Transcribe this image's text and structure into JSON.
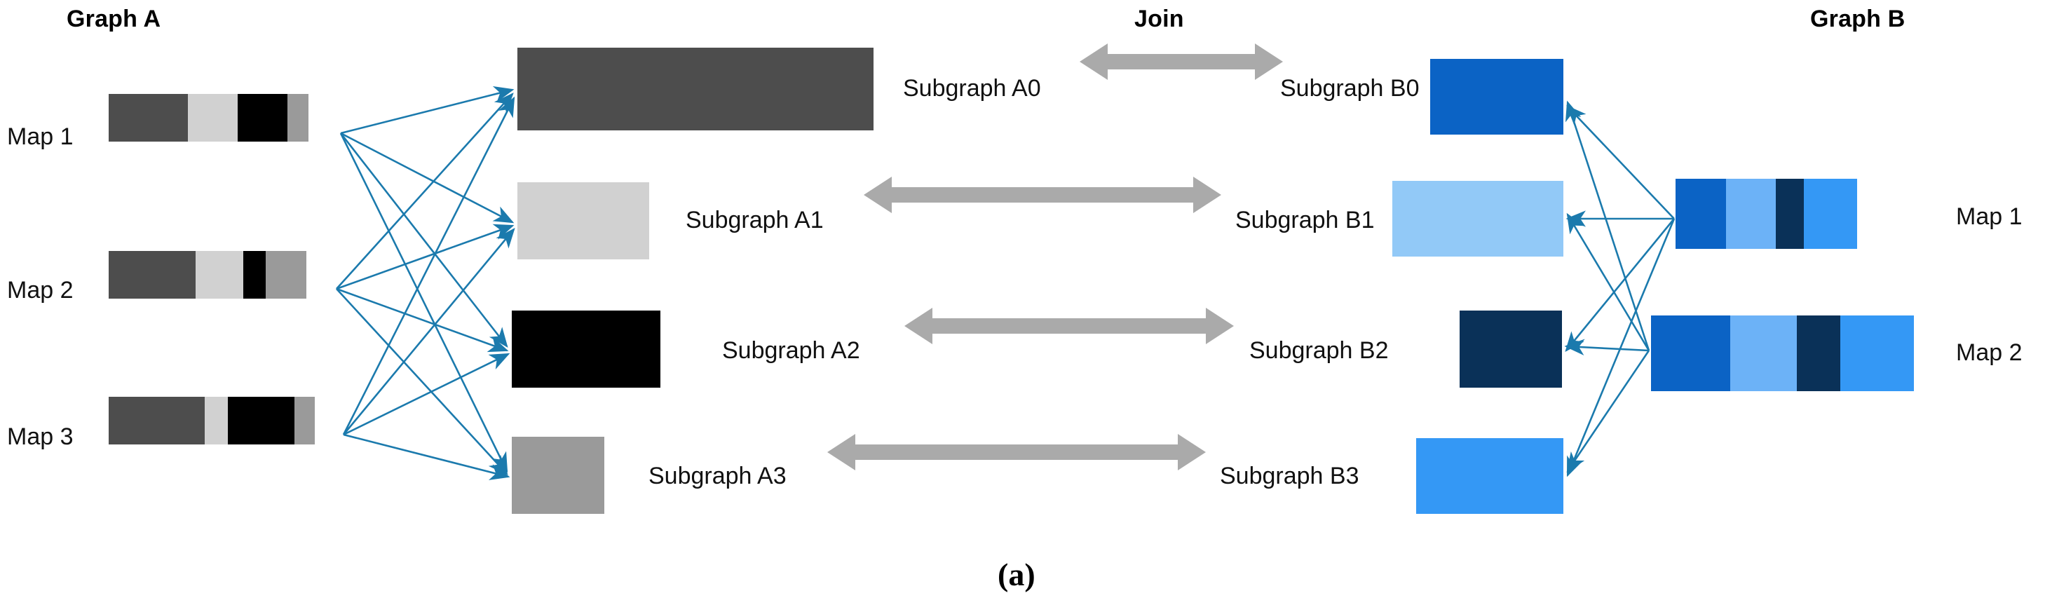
{
  "titles": {
    "graph_a": "Graph A",
    "join": "Join",
    "graph_b": "Graph B"
  },
  "caption": "(a)",
  "colors": {
    "edge": "#1B7AAD",
    "join_arrow": "#AAAAAA",
    "a_dark_gray": "#4D4D4D",
    "a_light_gray": "#D1D1D1",
    "a_black": "#000000",
    "a_mid_gray": "#9A9A9A",
    "b_blue": "#0B63C5",
    "b_light_blue": "#6CB2F7",
    "b_navy": "#0A3158",
    "b_med_blue": "#3498F5",
    "b_pale_blue": "#92C9F7"
  },
  "graph_a": {
    "maps": [
      {
        "label": "Map 1",
        "segments": [
          {
            "name": "subgraph-a0",
            "color": "#4D4D4D",
            "width": 113
          },
          {
            "name": "subgraph-a1",
            "color": "#D1D1D1",
            "width": 71
          },
          {
            "name": "subgraph-a2",
            "color": "#000000",
            "width": 71
          },
          {
            "name": "subgraph-a3",
            "color": "#9A9A9A",
            "width": 30
          }
        ]
      },
      {
        "label": "Map 2",
        "segments": [
          {
            "name": "subgraph-a0",
            "color": "#4D4D4D",
            "width": 124
          },
          {
            "name": "subgraph-a1",
            "color": "#D1D1D1",
            "width": 68
          },
          {
            "name": "subgraph-a2",
            "color": "#000000",
            "width": 32
          },
          {
            "name": "subgraph-a3",
            "color": "#9A9A9A",
            "width": 58
          }
        ]
      },
      {
        "label": "Map 3",
        "segments": [
          {
            "name": "subgraph-a0",
            "color": "#4D4D4D",
            "width": 137
          },
          {
            "name": "subgraph-a1",
            "color": "#D1D1D1",
            "width": 33
          },
          {
            "name": "subgraph-a2",
            "color": "#000000",
            "width": 95
          },
          {
            "name": "subgraph-a3",
            "color": "#9A9A9A",
            "width": 29
          }
        ]
      }
    ],
    "subgraphs": [
      {
        "label": "Subgraph A0",
        "color": "#4D4D4D"
      },
      {
        "label": "Subgraph A1",
        "color": "#D1D1D1"
      },
      {
        "label": "Subgraph A2",
        "color": "#000000"
      },
      {
        "label": "Subgraph A3",
        "color": "#9A9A9A"
      }
    ]
  },
  "graph_b": {
    "maps": [
      {
        "label": "Map 1",
        "segments": [
          {
            "name": "subgraph-b0",
            "color": "#0B63C5",
            "width": 72
          },
          {
            "name": "subgraph-b1",
            "color": "#6CB2F7",
            "width": 71
          },
          {
            "name": "subgraph-b2",
            "color": "#0A3158",
            "width": 40
          },
          {
            "name": "subgraph-b3",
            "color": "#3498F5",
            "width": 76
          }
        ]
      },
      {
        "label": "Map 2",
        "segments": [
          {
            "name": "subgraph-b0",
            "color": "#0B63C5",
            "width": 113
          },
          {
            "name": "subgraph-b1",
            "color": "#6CB2F7",
            "width": 95
          },
          {
            "name": "subgraph-b2",
            "color": "#0A3158",
            "width": 62
          },
          {
            "name": "subgraph-b3",
            "color": "#3498F5",
            "width": 105
          }
        ]
      }
    ],
    "subgraphs": [
      {
        "label": "Subgraph B0",
        "color": "#0B63C5"
      },
      {
        "label": "Subgraph B1",
        "color": "#92C9F7"
      },
      {
        "label": "Subgraph B2",
        "color": "#0A3158"
      },
      {
        "label": "Subgraph B3",
        "color": "#3498F5"
      }
    ]
  },
  "join_pairs": [
    {
      "left": "Subgraph A0",
      "right": "Subgraph B0"
    },
    {
      "left": "Subgraph A1",
      "right": "Subgraph B1"
    },
    {
      "left": "Subgraph A2",
      "right": "Subgraph B2"
    },
    {
      "left": "Subgraph A3",
      "right": "Subgraph B3"
    }
  ]
}
